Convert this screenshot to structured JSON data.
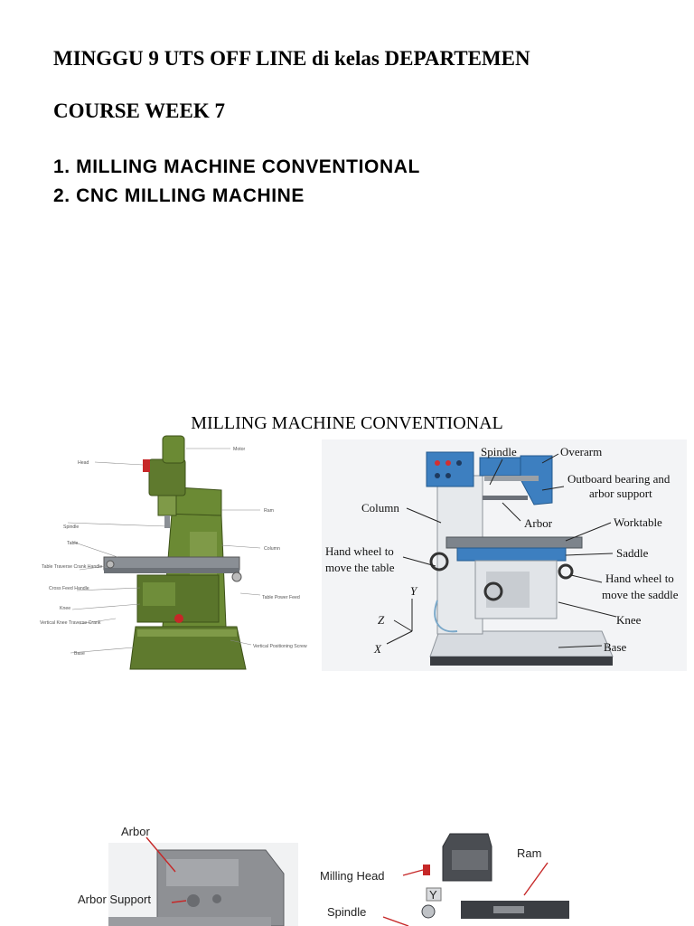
{
  "header": {
    "title_line1": "MINGGU 9 UTS OFF LINE di kelas DEPARTEMEN",
    "title_line2": "COURSE WEEK 7"
  },
  "topics": [
    "1. MILLING MACHINE CONVENTIONAL",
    "2. CNC MILLING MACHINE"
  ],
  "section": {
    "title": "MILLING MACHINE CONVENTIONAL"
  },
  "figure_vertical": {
    "labels": {
      "motor": "Motor",
      "head": "Head",
      "ram": "Ram",
      "spindle": "Spindle",
      "column": "Column",
      "table": "Table",
      "table_traverse": "Table Traverse Crank Handle",
      "cross_feed": "Cross Feed Handle",
      "knee": "Knee",
      "vertical_traverse": "Vertical Knee Traverse Crank",
      "base": "Base",
      "table_power_feed": "Table Power Feed",
      "vertical_screw": "Vertical Positioning Screw"
    }
  },
  "figure_horizontal": {
    "labels": {
      "spindle": "Spindle",
      "overarm": "Overarm",
      "outboard_1": "Outboard bearing and",
      "outboard_2": "arbor support",
      "column": "Column",
      "arbor": "Arbor",
      "worktable": "Worktable",
      "handwheel_table_1": "Hand wheel to",
      "handwheel_table_2": "move the table",
      "saddle": "Saddle",
      "handwheel_saddle_1": "Hand wheel to",
      "handwheel_saddle_2": "move the saddle",
      "knee": "Knee",
      "base": "Base",
      "axis_y": "Y",
      "axis_z": "Z",
      "axis_x": "X"
    }
  },
  "figure_bottom_left": {
    "labels": {
      "arbor": "Arbor",
      "arbor_support": "Arbor Support"
    }
  },
  "figure_bottom_right": {
    "labels": {
      "milling_head": "Milling Head",
      "ram": "Ram",
      "spindle": "Spindle",
      "axis_y": "Y"
    }
  },
  "colors": {
    "machine_green": "#5f7a2e",
    "machine_blue": "#3d7fc0",
    "machine_gray": "#8a8f95"
  }
}
